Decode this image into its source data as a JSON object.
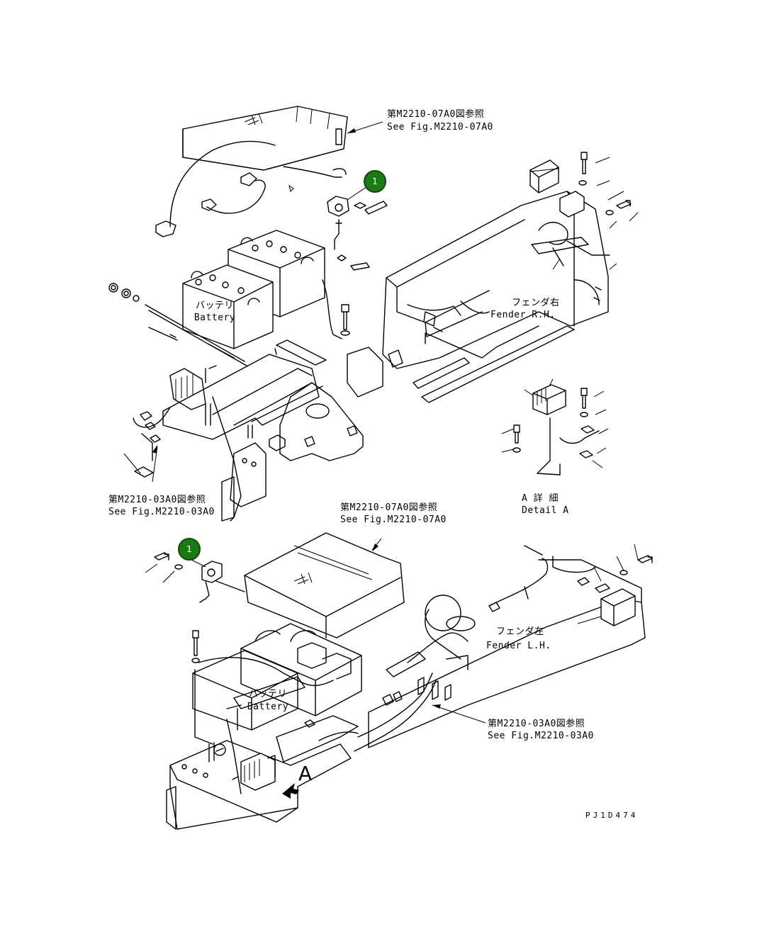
{
  "references": {
    "top_panel_jp": "第M2210-07A0図参照",
    "top_panel_en": "See Fig.M2210-07A0",
    "top_harness_jp": "第M2210-03A0図参照",
    "top_harness_en": "See Fig.M2210-03A0",
    "bottom_panel_jp": "第M2210-07A0図参照",
    "bottom_panel_en": "See Fig.M2210-07A0",
    "bottom_harness_jp": "第M2210-03A0図参照",
    "bottom_harness_en": "See Fig.M2210-03A0"
  },
  "labels": {
    "battery_top_jp": "バッテリ",
    "battery_top_en": "Battery",
    "battery_bottom_jp": "バッテリ",
    "battery_bottom_en": "Battery",
    "fender_rh_jp": "フェンダ右",
    "fender_rh_en": "Fender R.H.",
    "fender_lh_jp": "フェンダ左",
    "fender_lh_en": "Fender L.H.",
    "detail_jp": "A 詳 細",
    "detail_en": "Detail A",
    "view_a": "A"
  },
  "callouts": [
    {
      "number": "1"
    },
    {
      "number": "1"
    }
  ],
  "drawing_code": "PJ1D474",
  "colors": {
    "callout_fill": "#1b7a12",
    "line": "#000000"
  }
}
